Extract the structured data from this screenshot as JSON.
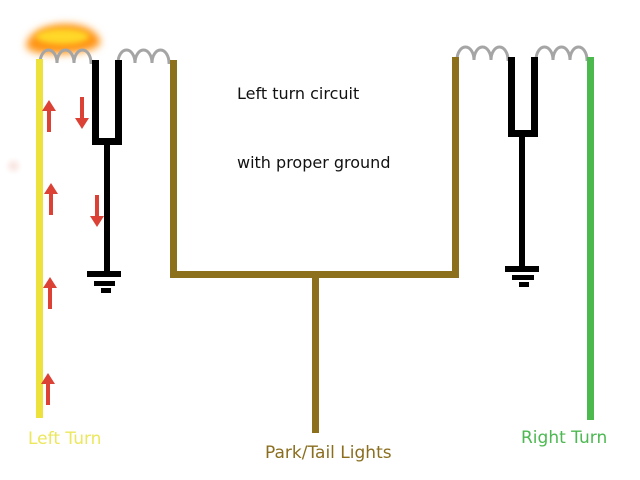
{
  "title": {
    "line1": "Left turn circuit",
    "line2": "with proper ground"
  },
  "labels": {
    "left_turn": "Left Turn",
    "park_tail": "Park/Tail Lights",
    "right_turn": "Right Turn"
  },
  "colors": {
    "left-wire": "#ede23b",
    "left-label": "#ece75c",
    "park-wire": "#8d701c",
    "park-label": "#8a6e1e",
    "right-wire": "#4cb94f",
    "right-label": "#4cb851",
    "arrow-red": "#dc4136",
    "coil-gray": "#a5a5a5",
    "wire-black": "#000000",
    "title-text": "#111111",
    "glow-core": "#ffd829",
    "glow-outer": "#ff9414",
    "smudge": "#f3cdc4"
  }
}
